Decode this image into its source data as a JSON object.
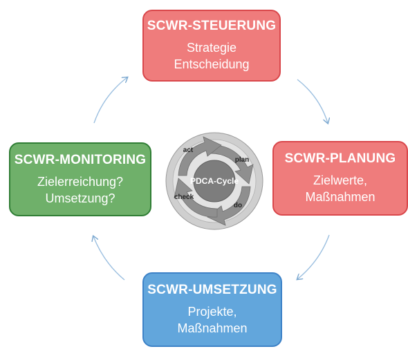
{
  "boxes": {
    "steuerung": {
      "title": "SCWR-STEUERUNG",
      "lines": [
        "Strategie",
        "Entscheidung"
      ],
      "color": "#ef7c7c"
    },
    "planung": {
      "title": "SCWR-PLANUNG",
      "lines": [
        "Zielwerte,",
        "Maßnahmen"
      ],
      "color": "#ef7c7c"
    },
    "umsetzung": {
      "title": "SCWR-UMSETZUNG",
      "lines": [
        "Projekte,",
        "Maßnahmen"
      ],
      "color": "#62a6dc"
    },
    "monitoring": {
      "title": "SCWR-MONITORING",
      "lines": [
        "Zielerreichung?",
        "Umsetzung?"
      ],
      "color": "#6fb06a"
    }
  },
  "pdca": {
    "center": "PDCA-Cycle",
    "labels": {
      "plan": "plan",
      "do": "do",
      "check": "check",
      "act": "act"
    }
  }
}
